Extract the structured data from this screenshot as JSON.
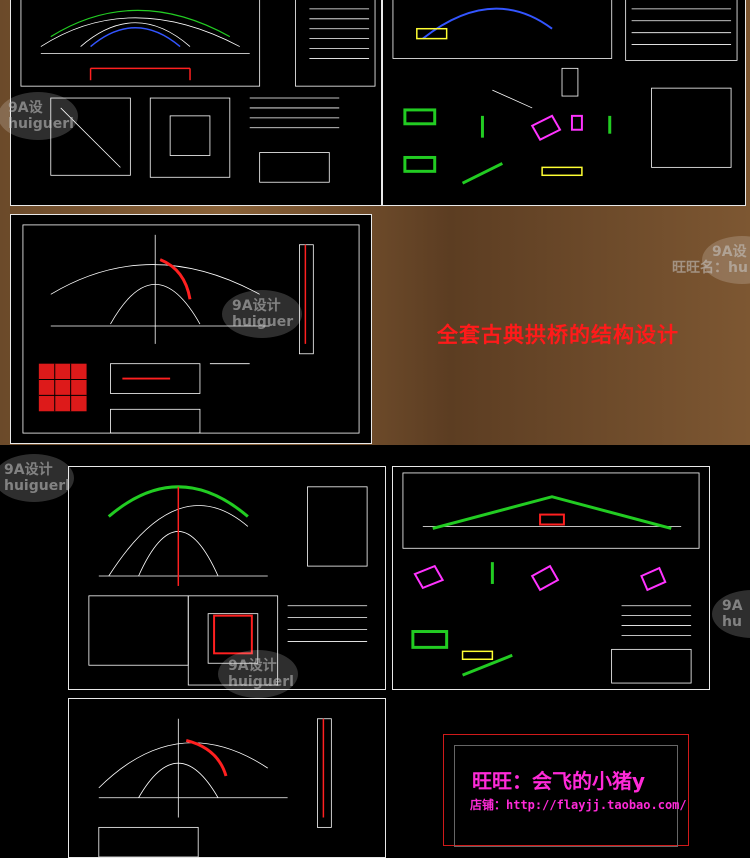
{
  "headline": "全套古典拱桥的结构设计",
  "shop": {
    "wangwang": "旺旺：会飞的小猪y",
    "store": "店铺：http://flayjj.taobao.com/"
  },
  "watermarks": [
    {
      "line1": "9A设",
      "line2": "huiguerl"
    },
    {
      "line1": "9A设",
      "line2": "旺旺名：hu"
    },
    {
      "line1": "9A设计",
      "line2": "huiguer"
    },
    {
      "line1": "9A设计",
      "line2": "huiguerl"
    },
    {
      "line1": "9A设计",
      "line2": "huiguerl"
    },
    {
      "line1": "9A",
      "line2": "hu"
    }
  ],
  "colors": {
    "background": "#000000",
    "frame": "#e8e8e8",
    "drawing_line": "#ffffff",
    "structure": "#ff2020",
    "railing": "#22cc22",
    "detail": "#ff33ff",
    "dimension": "#ffff33",
    "accent": "#3355ff"
  }
}
